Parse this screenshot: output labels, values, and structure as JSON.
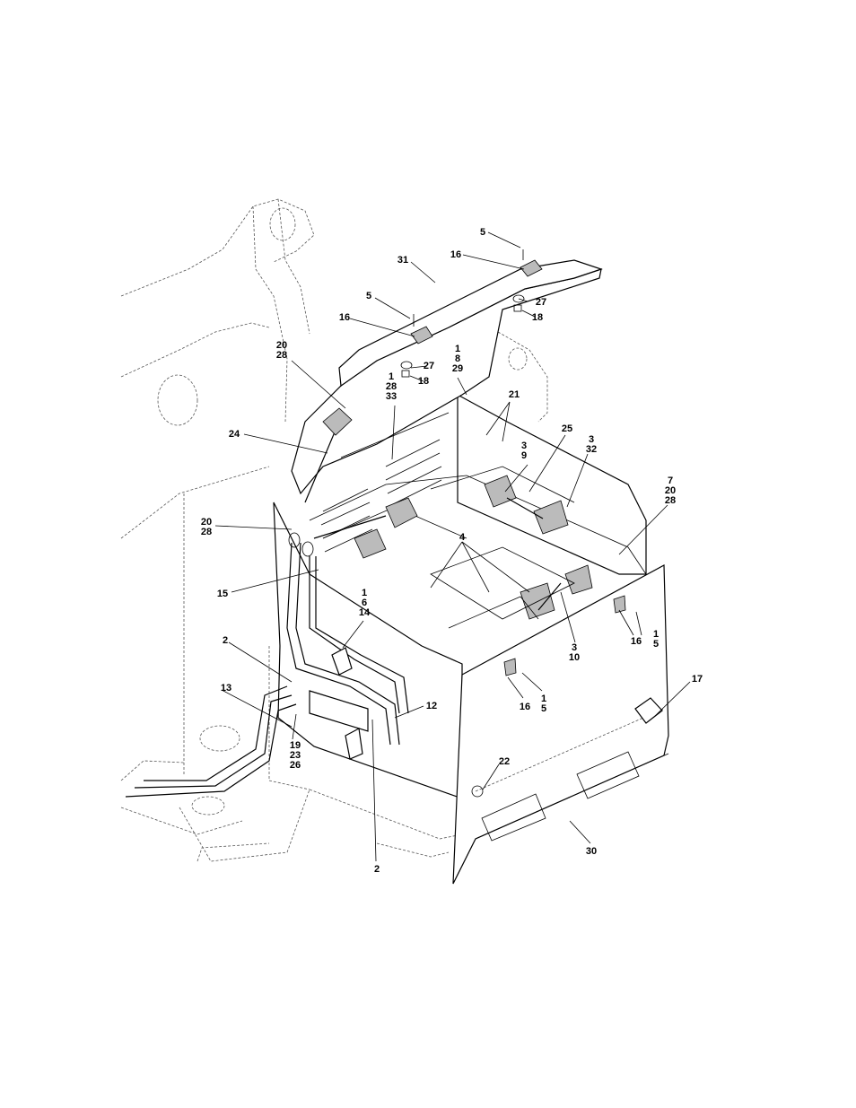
{
  "labels": [
    {
      "id": "c5a",
      "lines": [
        "5"
      ]
    },
    {
      "id": "c16a",
      "lines": [
        "16"
      ]
    },
    {
      "id": "c31",
      "lines": [
        "31"
      ]
    },
    {
      "id": "c27a",
      "lines": [
        "27"
      ]
    },
    {
      "id": "c18a",
      "lines": [
        "18"
      ]
    },
    {
      "id": "c5b",
      "lines": [
        "5"
      ]
    },
    {
      "id": "c16b",
      "lines": [
        "16"
      ]
    },
    {
      "id": "c20_28a",
      "lines": [
        "20",
        "28"
      ]
    },
    {
      "id": "c1_8_29",
      "lines": [
        "1",
        "8",
        "29"
      ]
    },
    {
      "id": "c27b",
      "lines": [
        "27"
      ]
    },
    {
      "id": "c18b",
      "lines": [
        "18"
      ]
    },
    {
      "id": "c1_28_33",
      "lines": [
        "1",
        "28",
        "33"
      ]
    },
    {
      "id": "c21",
      "lines": [
        "21"
      ]
    },
    {
      "id": "c24",
      "lines": [
        "24"
      ]
    },
    {
      "id": "c25",
      "lines": [
        "25"
      ]
    },
    {
      "id": "c3_9",
      "lines": [
        "3",
        "9"
      ]
    },
    {
      "id": "c3_32",
      "lines": [
        "3",
        "32"
      ]
    },
    {
      "id": "c7_20_28",
      "lines": [
        "7",
        "20",
        "28"
      ]
    },
    {
      "id": "c20_28b",
      "lines": [
        "20",
        "28"
      ]
    },
    {
      "id": "c4",
      "lines": [
        "4"
      ]
    },
    {
      "id": "c15",
      "lines": [
        "15"
      ]
    },
    {
      "id": "c1_6_14",
      "lines": [
        "1",
        "6",
        "14"
      ]
    },
    {
      "id": "c16c",
      "lines": [
        "16"
      ]
    },
    {
      "id": "c1_5a",
      "lines": [
        "1",
        "5"
      ]
    },
    {
      "id": "c3_10",
      "lines": [
        "3",
        "10"
      ]
    },
    {
      "id": "c2a",
      "lines": [
        "2"
      ]
    },
    {
      "id": "c17",
      "lines": [
        "17"
      ]
    },
    {
      "id": "c13",
      "lines": [
        "13"
      ]
    },
    {
      "id": "c12",
      "lines": [
        "12"
      ]
    },
    {
      "id": "c16d",
      "lines": [
        "16"
      ]
    },
    {
      "id": "c1_5b",
      "lines": [
        "1",
        "5"
      ]
    },
    {
      "id": "c19_23_26",
      "lines": [
        "19",
        "23",
        "26"
      ]
    },
    {
      "id": "c22",
      "lines": [
        "22"
      ]
    },
    {
      "id": "c30",
      "lines": [
        "30"
      ]
    },
    {
      "id": "c2b",
      "lines": [
        "2"
      ]
    }
  ]
}
